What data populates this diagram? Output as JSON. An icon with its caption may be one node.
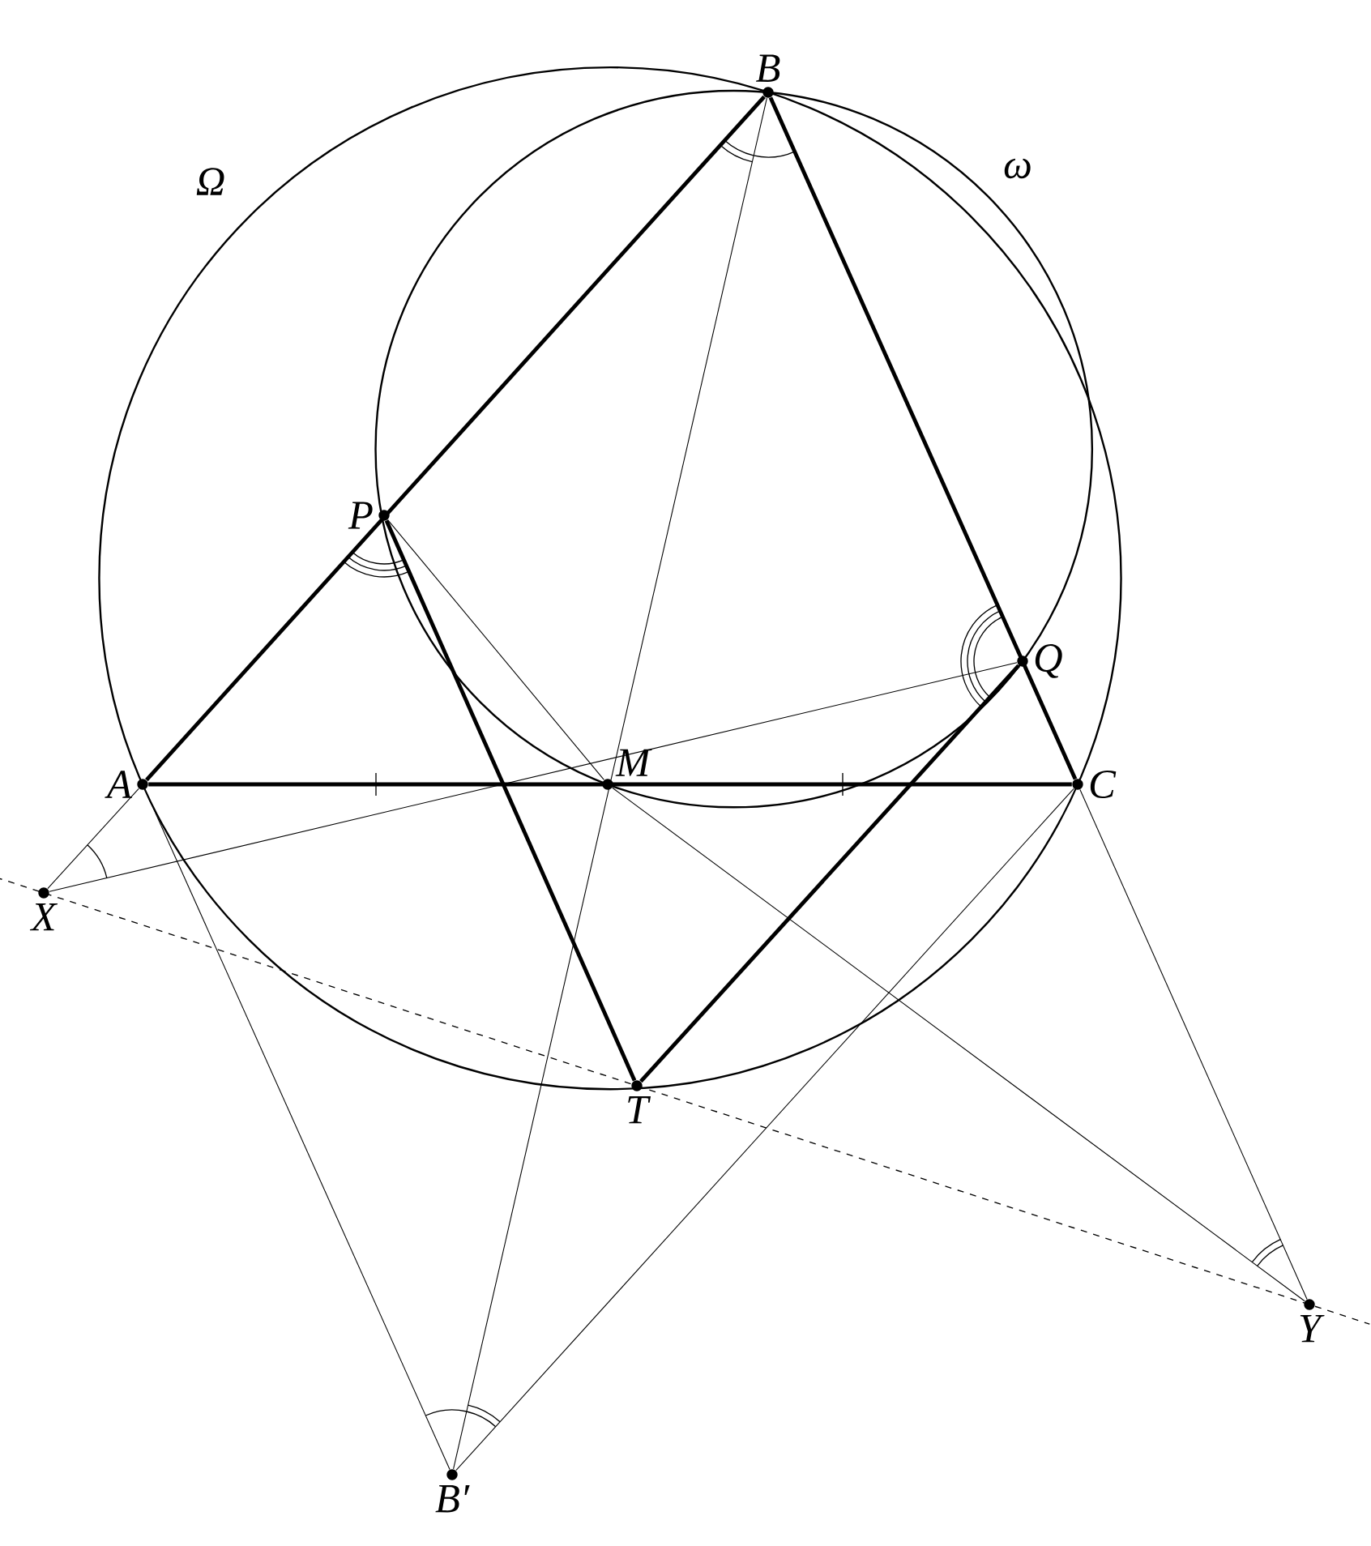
{
  "diagram": {
    "nodes": [
      {
        "text": [
          "B"
        ]
      },
      {
        "text": [
          "P"
        ]
      },
      {
        "text": [
          "Q"
        ]
      },
      {
        "text": [
          "A"
        ]
      },
      {
        "text": [
          "M"
        ]
      },
      {
        "text": [
          "C"
        ]
      },
      {
        "text": [
          "X"
        ]
      },
      {
        "text": [
          "T"
        ]
      },
      {
        "text": [
          "Y"
        ]
      },
      {
        "text": [
          "B′"
        ]
      }
    ],
    "edges": [
      {
        "from": 3,
        "to": 0,
        "arrow": "none",
        "style": "thick"
      },
      {
        "from": 0,
        "to": 5,
        "arrow": "none",
        "style": "thick"
      },
      {
        "from": 3,
        "to": 5,
        "arrow": "none",
        "style": "thick"
      },
      {
        "from": 1,
        "to": 7,
        "arrow": "none",
        "style": "thick"
      },
      {
        "from": 7,
        "to": 2,
        "arrow": "none",
        "style": "thick"
      },
      {
        "from": 0,
        "to": 9,
        "arrow": "none"
      },
      {
        "from": 3,
        "to": 9,
        "arrow": "none"
      },
      {
        "from": 5,
        "to": 9,
        "arrow": "none"
      },
      {
        "from": 3,
        "to": 6,
        "arrow": "none"
      },
      {
        "from": 6,
        "to": 2,
        "arrow": "none"
      },
      {
        "from": 1,
        "to": 4,
        "arrow": "none"
      },
      {
        "from": 4,
        "to": 8,
        "arrow": "none"
      },
      {
        "from": 5,
        "to": 8,
        "arrow": "none"
      },
      {
        "from": 6,
        "to": 8,
        "arrow": "none",
        "style": "dashed"
      }
    ],
    "labels": [
      "Ω",
      "ω"
    ]
  }
}
